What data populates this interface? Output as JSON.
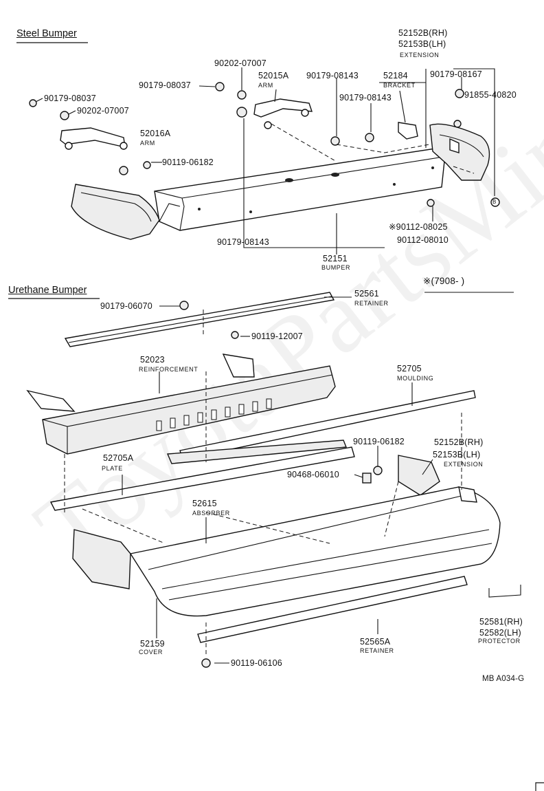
{
  "sections": {
    "steel": "Steel Bumper",
    "urethane": "Urethane Bumper"
  },
  "steel_labels": {
    "ext_rh": "52152B(RH)",
    "ext_lh": "52153B(LH)",
    "ext_cap": "EXTENSION",
    "n90202_top": "90202-07007",
    "n52015a": "52015A",
    "arm_cap_1": "ARM",
    "n90179_08143_a": "90179-08143",
    "n52184": "52184",
    "bracket_cap": "BRACKET",
    "n90179_08167": "90179-08167",
    "n90179_08037_b": "90179-08037",
    "n90179_08143_b": "90179-08143",
    "n91855": "91855-40820",
    "n90179_08037_a": "90179-08037",
    "n90202_left": "90202-07007",
    "n52016a": "52016A",
    "arm_cap_2": "ARM",
    "n90119_06182": "90119-06182",
    "n90112_08025": "※90112-08025",
    "n90112_08010": "90112-08010",
    "n90179_08143_c": "90179-08143",
    "n52151": "52151",
    "bumper_cap": "BUMPER",
    "circle_b": "B",
    "note": "※(7908-          )"
  },
  "urethane_labels": {
    "n52561": "52561",
    "retainer_cap_1": "RETAINER",
    "n90179_06070": "90179-06070",
    "n90119_12007": "90119-12007",
    "n52023": "52023",
    "reinf_cap": "REINFORCEMENT",
    "n52705": "52705",
    "moulding_cap": "MOULDING",
    "n90119_06182": "90119-06182",
    "ext_rh": "52152B(RH)",
    "ext_lh": "52153B(LH)",
    "ext_cap": "EXTENSION",
    "n52705a": "52705A",
    "plate_cap": "PLATE",
    "n90468": "90468-06010",
    "n52615": "52615",
    "absorber_cap": "ABSORBER",
    "n52159": "52159",
    "cover_cap": "COVER",
    "n52565a": "52565A",
    "retainer_cap_2": "RETAINER",
    "n90119_06106": "90119-06106",
    "n52581": "52581(RH)",
    "n52582": "52582(LH)",
    "protector_cap": "PROTECTOR",
    "code": "MB A034-G"
  },
  "watermark": "ToyotaPartsMine.ru"
}
